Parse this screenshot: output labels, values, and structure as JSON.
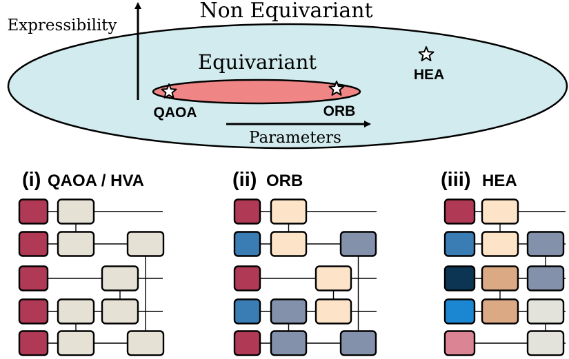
{
  "top": {
    "outer_label": "Non Equivariant",
    "inner_label": "Equivariant",
    "y_axis_label": "Expressibility",
    "x_axis_label": "Parameters",
    "points": [
      {
        "name": "qaoa-star",
        "label": "QAOA"
      },
      {
        "name": "orb-star",
        "label": "ORB"
      },
      {
        "name": "hea-star",
        "label": "HEA"
      }
    ],
    "colors": {
      "outer_fill": "#d2ebee",
      "inner_fill": "#f08585",
      "star_fill": "#ffffff"
    }
  },
  "panels": [
    {
      "numeral": "(i)",
      "title": "QAOA / HVA"
    },
    {
      "numeral": "(ii)",
      "title": "ORB"
    },
    {
      "numeral": "(iii)",
      "title": "HEA"
    }
  ],
  "colors": {
    "crimson": "#b03a55",
    "pink": "#db8594",
    "blue": "#3a7db5",
    "brightblue": "#1b86d1",
    "navy": "#0b3553",
    "beige": "#e5e1d4",
    "cream": "#fde4c8",
    "slate": "#8391ab",
    "tan": "#dca985",
    "light": "#e3e3dc"
  }
}
